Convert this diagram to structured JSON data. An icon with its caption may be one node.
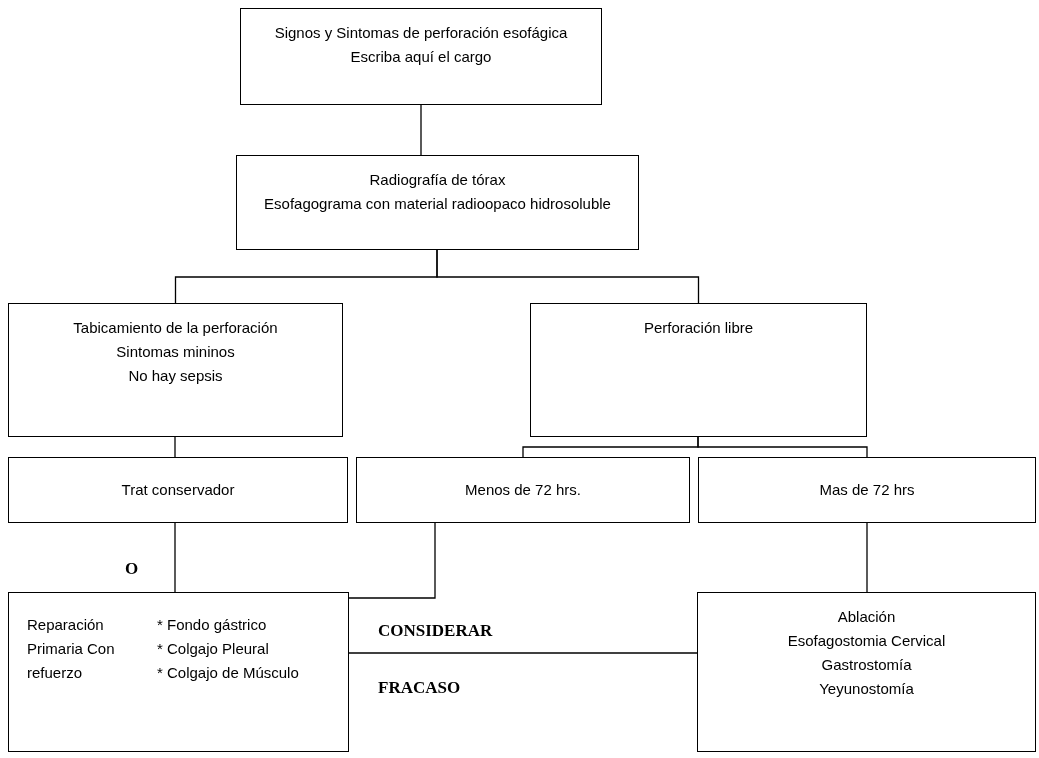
{
  "diagram": {
    "nodes": [
      {
        "text": [
          "Signos y Sintomas de perforación esofágica",
          "Escriba aquí el cargo"
        ]
      },
      {
        "text": [
          "Radiografía de tórax",
          "Esofagograma con material radioopaco hidrosoluble"
        ]
      },
      {
        "text": [
          "Tabicamiento de la perforación",
          "Sintomas mininos",
          "No hay sepsis"
        ]
      },
      {
        "text": [
          "Perforación libre"
        ]
      },
      {
        "text": [
          "Trat conservador"
        ]
      },
      {
        "text": [
          "Menos de 72 hrs."
        ]
      },
      {
        "text": [
          "Mas de 72 hrs"
        ]
      },
      {
        "text": [
          "Reparación Primaria Con refuerzo",
          "* Fondo gástrico",
          "* Colgajo Pleural",
          "* Colgajo de Músculo"
        ]
      },
      {
        "text": [
          "Ablación",
          "Esofagostomia Cervical",
          "Gastrostomía",
          "Yeyunostomía"
        ]
      }
    ],
    "edges": [
      {
        "from": 0,
        "to": 1,
        "arrow": "none"
      },
      {
        "from": 1,
        "to": 2,
        "arrow": "none"
      },
      {
        "from": 1,
        "to": 3,
        "arrow": "none"
      },
      {
        "from": 2,
        "to": 4,
        "arrow": "none"
      },
      {
        "from": 3,
        "to": 5,
        "arrow": "none"
      },
      {
        "from": 3,
        "to": 6,
        "arrow": "none"
      },
      {
        "from": 4,
        "to": 7,
        "arrow": "none"
      },
      {
        "from": 5,
        "to": 7,
        "arrow": "none"
      },
      {
        "from": 6,
        "to": 8,
        "arrow": "none"
      },
      {
        "from": 7,
        "to": 8,
        "arrow": "none",
        "label": "CONSIDERAR"
      }
    ],
    "labels": [
      "O",
      "FRACASO"
    ]
  }
}
